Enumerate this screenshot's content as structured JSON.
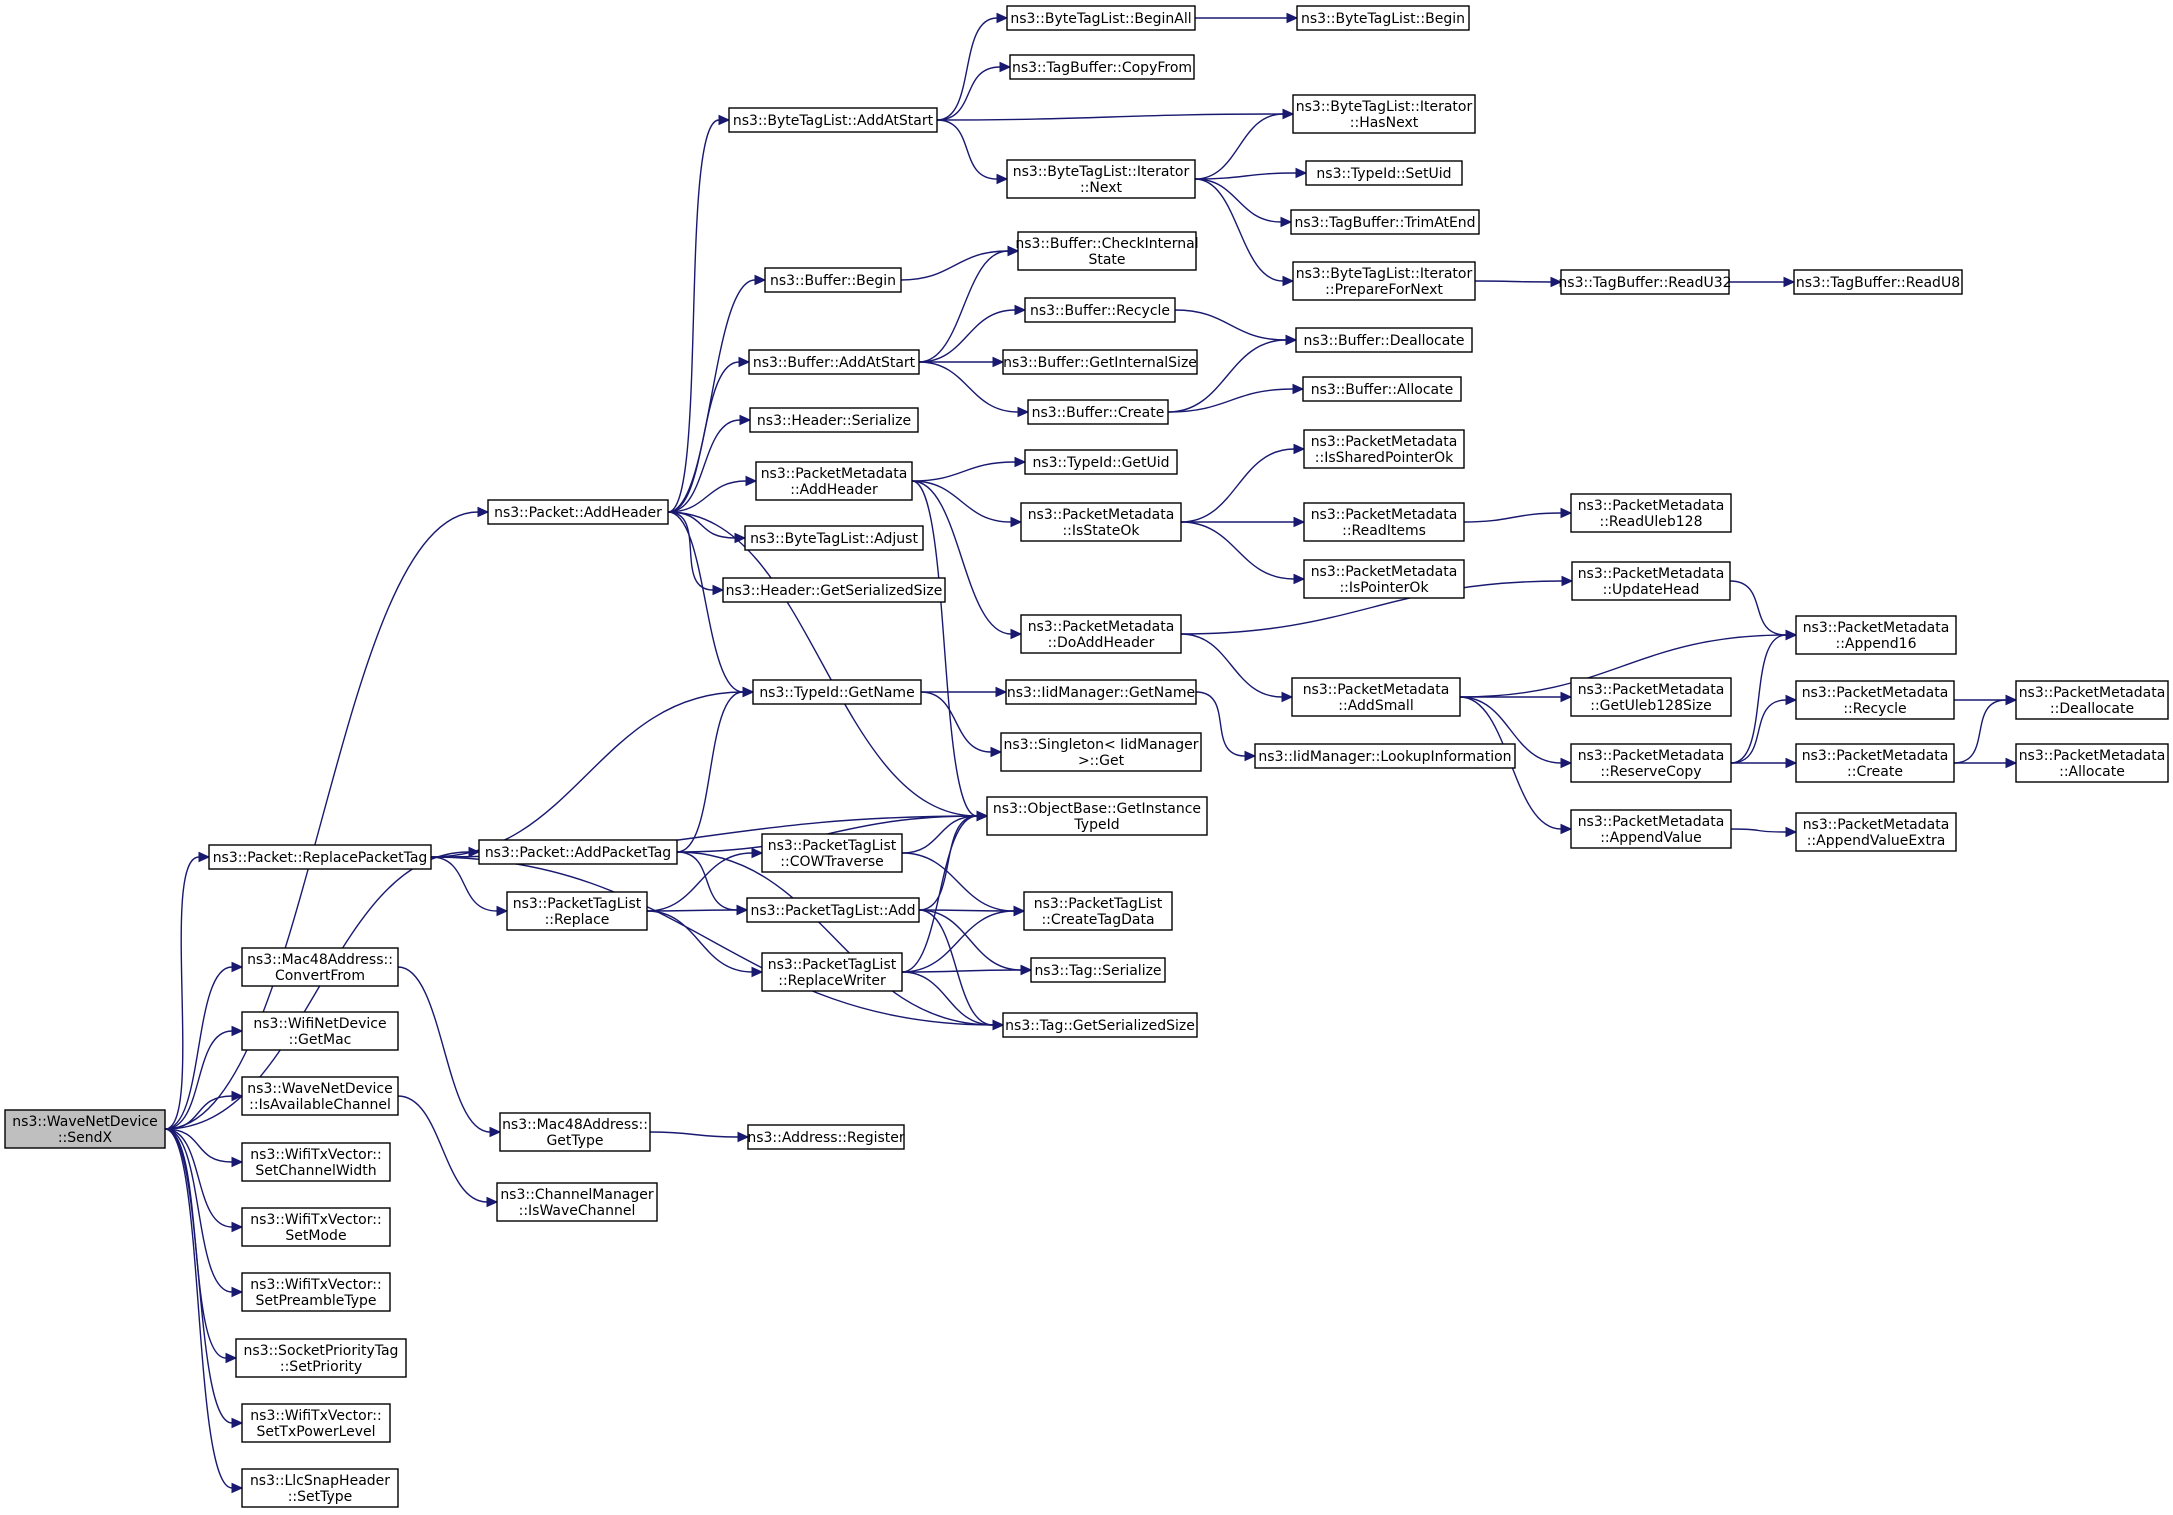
{
  "graph": {
    "title": "",
    "colors": {
      "node_fill": "#ffffff",
      "root_fill": "#bfbfbf",
      "edge": "#191970",
      "border": "#000000",
      "text": "#000000"
    },
    "nodes": [
      {
        "id": "sendx",
        "lines": [
          "ns3::WaveNetDevice",
          "::SendX"
        ],
        "root": true
      },
      {
        "id": "addheader",
        "lines": [
          "ns3::Packet::AddHeader"
        ]
      },
      {
        "id": "replacepackettag",
        "lines": [
          "ns3::Packet::ReplacePacketTag"
        ]
      },
      {
        "id": "addpackettag",
        "lines": [
          "ns3::Packet::AddPacketTag"
        ]
      },
      {
        "id": "convertfrom",
        "lines": [
          "ns3::Mac48Address::",
          "ConvertFrom"
        ]
      },
      {
        "id": "getmac",
        "lines": [
          "ns3::WifiNetDevice",
          "::GetMac"
        ]
      },
      {
        "id": "isavailablechannel",
        "lines": [
          "ns3::WaveNetDevice",
          "::IsAvailableChannel"
        ]
      },
      {
        "id": "setchannelwidth",
        "lines": [
          "ns3::WifiTxVector::",
          "SetChannelWidth"
        ]
      },
      {
        "id": "setmode",
        "lines": [
          "ns3::WifiTxVector::",
          "SetMode"
        ]
      },
      {
        "id": "setpreambletype",
        "lines": [
          "ns3::WifiTxVector::",
          "SetPreambleType"
        ]
      },
      {
        "id": "setpriority",
        "lines": [
          "ns3::SocketPriorityTag",
          "::SetPriority"
        ]
      },
      {
        "id": "settxpowerlevel",
        "lines": [
          "ns3::WifiTxVector::",
          "SetTxPowerLevel"
        ]
      },
      {
        "id": "settype",
        "lines": [
          "ns3::LlcSnapHeader",
          "::SetType"
        ]
      },
      {
        "id": "btl_addatstart",
        "lines": [
          "ns3::ByteTagList::AddAtStart"
        ]
      },
      {
        "id": "buf_begin",
        "lines": [
          "ns3::Buffer::Begin"
        ]
      },
      {
        "id": "buf_addatstart",
        "lines": [
          "ns3::Buffer::AddAtStart"
        ]
      },
      {
        "id": "hdr_serialize",
        "lines": [
          "ns3::Header::Serialize"
        ]
      },
      {
        "id": "pm_addheader",
        "lines": [
          "ns3::PacketMetadata",
          "::AddHeader"
        ]
      },
      {
        "id": "btl_adjust",
        "lines": [
          "ns3::ByteTagList::Adjust"
        ]
      },
      {
        "id": "hdr_getsersize",
        "lines": [
          "ns3::Header::GetSerializedSize"
        ]
      },
      {
        "id": "typeid_getname",
        "lines": [
          "ns3::TypeId::GetName"
        ]
      },
      {
        "id": "ob_getinstancetypeid",
        "lines": [
          "ns3::ObjectBase::GetInstance",
          "TypeId"
        ]
      },
      {
        "id": "ptl_replace",
        "lines": [
          "ns3::PacketTagList",
          "::Replace"
        ]
      },
      {
        "id": "ptl_cowtraverse",
        "lines": [
          "ns3::PacketTagList",
          "::COWTraverse"
        ]
      },
      {
        "id": "ptl_add",
        "lines": [
          "ns3::PacketTagList::Add"
        ]
      },
      {
        "id": "ptl_replacewriter",
        "lines": [
          "ns3::PacketTagList",
          "::ReplaceWriter"
        ]
      },
      {
        "id": "mac48_gettype",
        "lines": [
          "ns3::Mac48Address::",
          "GetType"
        ]
      },
      {
        "id": "cm_iswavechannel",
        "lines": [
          "ns3::ChannelManager",
          "::IsWaveChannel"
        ]
      },
      {
        "id": "btl_beginall",
        "lines": [
          "ns3::ByteTagList::BeginAll"
        ]
      },
      {
        "id": "tb_copyfrom",
        "lines": [
          "ns3::TagBuffer::CopyFrom"
        ]
      },
      {
        "id": "btli_next",
        "lines": [
          "ns3::ByteTagList::Iterator",
          "::Next"
        ]
      },
      {
        "id": "buf_checkinternalstate",
        "lines": [
          "ns3::Buffer::CheckInternal",
          "State"
        ]
      },
      {
        "id": "buf_recycle",
        "lines": [
          "ns3::Buffer::Recycle"
        ]
      },
      {
        "id": "buf_getinternalsize",
        "lines": [
          "ns3::Buffer::GetInternalSize"
        ]
      },
      {
        "id": "buf_create",
        "lines": [
          "ns3::Buffer::Create"
        ]
      },
      {
        "id": "typeid_getuid",
        "lines": [
          "ns3::TypeId::GetUid"
        ]
      },
      {
        "id": "pm_isstateok",
        "lines": [
          "ns3::PacketMetadata",
          "::IsStateOk"
        ]
      },
      {
        "id": "pm_doaddheader",
        "lines": [
          "ns3::PacketMetadata",
          "::DoAddHeader"
        ]
      },
      {
        "id": "iid_getname",
        "lines": [
          "ns3::IidManager::GetName"
        ]
      },
      {
        "id": "singleton_get",
        "lines": [
          "ns3::Singleton< IidManager",
          ">::Get"
        ]
      },
      {
        "id": "ptl_createtagdata",
        "lines": [
          "ns3::PacketTagList",
          "::CreateTagData"
        ]
      },
      {
        "id": "tag_serialize",
        "lines": [
          "ns3::Tag::Serialize"
        ]
      },
      {
        "id": "tag_getsersize",
        "lines": [
          "ns3::Tag::GetSerializedSize"
        ]
      },
      {
        "id": "addr_register",
        "lines": [
          "ns3::Address::Register"
        ]
      },
      {
        "id": "btl_begin",
        "lines": [
          "ns3::ByteTagList::Begin"
        ]
      },
      {
        "id": "btli_hasnext",
        "lines": [
          "ns3::ByteTagList::Iterator",
          "::HasNext"
        ]
      },
      {
        "id": "typeid_setuid",
        "lines": [
          "ns3::TypeId::SetUid"
        ]
      },
      {
        "id": "tb_trimatend",
        "lines": [
          "ns3::TagBuffer::TrimAtEnd"
        ]
      },
      {
        "id": "btli_preparefornext",
        "lines": [
          "ns3::ByteTagList::Iterator",
          "::PrepareForNext"
        ]
      },
      {
        "id": "buf_deallocate",
        "lines": [
          "ns3::Buffer::Deallocate"
        ]
      },
      {
        "id": "buf_allocate",
        "lines": [
          "ns3::Buffer::Allocate"
        ]
      },
      {
        "id": "pm_issharedpointerok",
        "lines": [
          "ns3::PacketMetadata",
          "::IsSharedPointerOk"
        ]
      },
      {
        "id": "pm_readitems",
        "lines": [
          "ns3::PacketMetadata",
          "::ReadItems"
        ]
      },
      {
        "id": "pm_ispointerok",
        "lines": [
          "ns3::PacketMetadata",
          "::IsPointerOk"
        ]
      },
      {
        "id": "pm_addsmall",
        "lines": [
          "ns3::PacketMetadata",
          "::AddSmall"
        ]
      },
      {
        "id": "iid_lookupinformation",
        "lines": [
          "ns3::IidManager::LookupInformation"
        ]
      },
      {
        "id": "tb_readu32",
        "lines": [
          "ns3::TagBuffer::ReadU32"
        ]
      },
      {
        "id": "pm_readuleb128",
        "lines": [
          "ns3::PacketMetadata",
          "::ReadUleb128"
        ]
      },
      {
        "id": "pm_updatehead",
        "lines": [
          "ns3::PacketMetadata",
          "::UpdateHead"
        ]
      },
      {
        "id": "pm_getuleb128size",
        "lines": [
          "ns3::PacketMetadata",
          "::GetUleb128Size"
        ]
      },
      {
        "id": "pm_reservecopy",
        "lines": [
          "ns3::PacketMetadata",
          "::ReserveCopy"
        ]
      },
      {
        "id": "pm_appendvalue",
        "lines": [
          "ns3::PacketMetadata",
          "::AppendValue"
        ]
      },
      {
        "id": "tb_readu8",
        "lines": [
          "ns3::TagBuffer::ReadU8"
        ]
      },
      {
        "id": "pm_append16",
        "lines": [
          "ns3::PacketMetadata",
          "::Append16"
        ]
      },
      {
        "id": "pm_recycle",
        "lines": [
          "ns3::PacketMetadata",
          "::Recycle"
        ]
      },
      {
        "id": "pm_create",
        "lines": [
          "ns3::PacketMetadata",
          "::Create"
        ]
      },
      {
        "id": "pm_appendvalueextra",
        "lines": [
          "ns3::PacketMetadata",
          "::AppendValueExtra"
        ]
      },
      {
        "id": "pm_deallocate",
        "lines": [
          "ns3::PacketMetadata",
          "::Deallocate"
        ]
      },
      {
        "id": "pm_allocate",
        "lines": [
          "ns3::PacketMetadata",
          "::Allocate"
        ]
      }
    ],
    "edges": [
      [
        "sendx",
        "addheader"
      ],
      [
        "sendx",
        "replacepackettag"
      ],
      [
        "sendx",
        "addpackettag"
      ],
      [
        "sendx",
        "convertfrom"
      ],
      [
        "sendx",
        "getmac"
      ],
      [
        "sendx",
        "isavailablechannel"
      ],
      [
        "sendx",
        "setchannelwidth"
      ],
      [
        "sendx",
        "setmode"
      ],
      [
        "sendx",
        "setpreambletype"
      ],
      [
        "sendx",
        "setpriority"
      ],
      [
        "sendx",
        "settxpowerlevel"
      ],
      [
        "sendx",
        "settype"
      ],
      [
        "addheader",
        "btl_addatstart"
      ],
      [
        "addheader",
        "buf_begin"
      ],
      [
        "addheader",
        "buf_addatstart"
      ],
      [
        "addheader",
        "hdr_serialize"
      ],
      [
        "addheader",
        "pm_addheader"
      ],
      [
        "addheader",
        "btl_adjust"
      ],
      [
        "addheader",
        "hdr_getsersize"
      ],
      [
        "addheader",
        "typeid_getname"
      ],
      [
        "addheader",
        "ob_getinstancetypeid"
      ],
      [
        "replacepackettag",
        "typeid_getname"
      ],
      [
        "replacepackettag",
        "ob_getinstancetypeid"
      ],
      [
        "replacepackettag",
        "ptl_replace"
      ],
      [
        "replacepackettag",
        "tag_getsersize"
      ],
      [
        "addpackettag",
        "typeid_getname"
      ],
      [
        "addpackettag",
        "ob_getinstancetypeid"
      ],
      [
        "addpackettag",
        "ptl_add"
      ],
      [
        "addpackettag",
        "tag_getsersize"
      ],
      [
        "convertfrom",
        "mac48_gettype"
      ],
      [
        "isavailablechannel",
        "cm_iswavechannel"
      ],
      [
        "btl_addatstart",
        "btl_beginall"
      ],
      [
        "btl_addatstart",
        "tb_copyfrom"
      ],
      [
        "btl_addatstart",
        "btli_hasnext"
      ],
      [
        "btl_addatstart",
        "btli_next"
      ],
      [
        "buf_begin",
        "buf_checkinternalstate"
      ],
      [
        "buf_addatstart",
        "buf_checkinternalstate"
      ],
      [
        "buf_addatstart",
        "buf_recycle"
      ],
      [
        "buf_addatstart",
        "buf_getinternalsize"
      ],
      [
        "buf_addatstart",
        "buf_create"
      ],
      [
        "pm_addheader",
        "typeid_getuid"
      ],
      [
        "pm_addheader",
        "pm_isstateok"
      ],
      [
        "pm_addheader",
        "pm_doaddheader"
      ],
      [
        "pm_addheader",
        "ob_getinstancetypeid"
      ],
      [
        "typeid_getname",
        "iid_getname"
      ],
      [
        "typeid_getname",
        "singleton_get"
      ],
      [
        "ptl_replace",
        "ptl_cowtraverse"
      ],
      [
        "ptl_replace",
        "ptl_add"
      ],
      [
        "ptl_replace",
        "ptl_replacewriter"
      ],
      [
        "ptl_cowtraverse",
        "ob_getinstancetypeid"
      ],
      [
        "ptl_cowtraverse",
        "ptl_createtagdata"
      ],
      [
        "ptl_add",
        "ob_getinstancetypeid"
      ],
      [
        "ptl_add",
        "ptl_createtagdata"
      ],
      [
        "ptl_add",
        "tag_serialize"
      ],
      [
        "ptl_add",
        "tag_getsersize"
      ],
      [
        "ptl_replacewriter",
        "ob_getinstancetypeid"
      ],
      [
        "ptl_replacewriter",
        "ptl_createtagdata"
      ],
      [
        "ptl_replacewriter",
        "tag_serialize"
      ],
      [
        "ptl_replacewriter",
        "tag_getsersize"
      ],
      [
        "mac48_gettype",
        "addr_register"
      ],
      [
        "btl_beginall",
        "btl_begin"
      ],
      [
        "btli_next",
        "btli_hasnext"
      ],
      [
        "btli_next",
        "typeid_setuid"
      ],
      [
        "btli_next",
        "tb_trimatend"
      ],
      [
        "btli_next",
        "btli_preparefornext"
      ],
      [
        "buf_recycle",
        "buf_deallocate"
      ],
      [
        "buf_create",
        "buf_deallocate"
      ],
      [
        "buf_create",
        "buf_allocate"
      ],
      [
        "pm_isstateok",
        "pm_issharedpointerok"
      ],
      [
        "pm_isstateok",
        "pm_readitems"
      ],
      [
        "pm_isstateok",
        "pm_ispointerok"
      ],
      [
        "pm_doaddheader",
        "pm_updatehead"
      ],
      [
        "pm_doaddheader",
        "pm_addsmall"
      ],
      [
        "iid_getname",
        "iid_lookupinformation"
      ],
      [
        "btli_preparefornext",
        "tb_readu32"
      ],
      [
        "tb_readu32",
        "tb_readu8"
      ],
      [
        "pm_readitems",
        "pm_readuleb128"
      ],
      [
        "pm_updatehead",
        "pm_append16"
      ],
      [
        "pm_addsmall",
        "pm_append16"
      ],
      [
        "pm_addsmall",
        "pm_getuleb128size"
      ],
      [
        "pm_addsmall",
        "pm_reservecopy"
      ],
      [
        "pm_addsmall",
        "pm_appendvalue"
      ],
      [
        "pm_reservecopy",
        "pm_append16"
      ],
      [
        "pm_reservecopy",
        "pm_recycle"
      ],
      [
        "pm_reservecopy",
        "pm_create"
      ],
      [
        "pm_appendvalue",
        "pm_appendvalueextra"
      ],
      [
        "pm_recycle",
        "pm_deallocate"
      ],
      [
        "pm_create",
        "pm_deallocate"
      ],
      [
        "pm_create",
        "pm_allocate"
      ]
    ]
  }
}
